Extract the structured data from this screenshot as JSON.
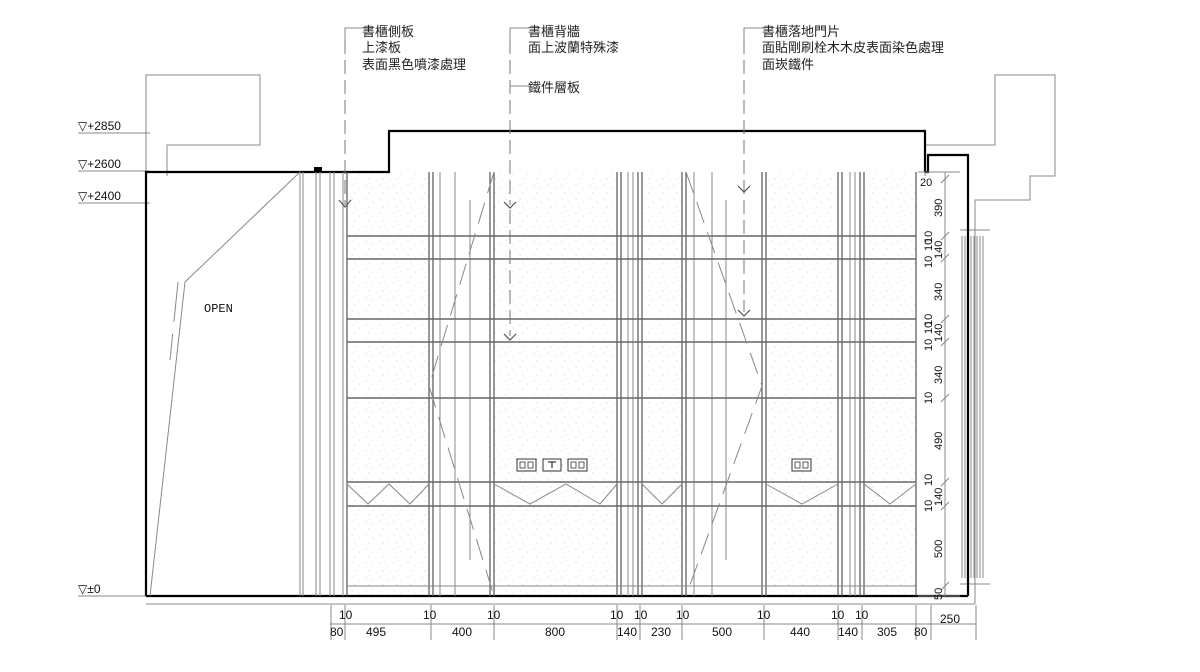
{
  "notes": [
    {
      "id": "side",
      "lines": [
        "書櫃側板",
        "上漆板",
        "表面黑色噴漆處理"
      ]
    },
    {
      "id": "back",
      "lines": [
        "書櫃背牆",
        "面上波蘭特殊漆"
      ]
    },
    {
      "id": "shelf",
      "lines": [
        "鐵件層板"
      ]
    },
    {
      "id": "door",
      "lines": [
        "書櫃落地門片",
        "面貼剛刷栓木木皮表面染色處理",
        "面崁鐵件"
      ]
    }
  ],
  "levels": [
    "▽+2850",
    "▽+2600",
    "▽+2400",
    "▽±0"
  ],
  "open_label": "OPEN",
  "bottom_dims": {
    "lower": [
      "80",
      "495",
      "400",
      "800",
      "140",
      "230",
      "500",
      "440",
      "140",
      "305",
      "80",
      "250"
    ],
    "upper": [
      "10",
      "10",
      "10",
      "10",
      "10",
      "10",
      "10",
      "10",
      "10"
    ]
  },
  "right_dims": [
    "20",
    "390",
    "10",
    "140",
    "10",
    "10",
    "340",
    "10",
    "140",
    "10",
    "10",
    "340",
    "10",
    "490",
    "10",
    "140",
    "10",
    "500",
    "50"
  ]
}
